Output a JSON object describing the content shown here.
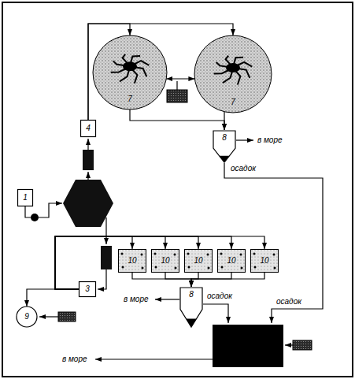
{
  "diagram": {
    "nodes": [
      {
        "text": [
          "7"
        ]
      },
      {
        "text": [
          "7"
        ]
      },
      {
        "text": [
          "4"
        ]
      },
      {
        "text": [
          "8"
        ]
      },
      {
        "text": [
          "1"
        ]
      },
      {
        "text": [
          "3"
        ]
      },
      {
        "text": [
          "9"
        ]
      },
      {
        "text": [
          "10"
        ]
      },
      {
        "text": [
          "10"
        ]
      },
      {
        "text": [
          "10"
        ]
      },
      {
        "text": [
          "10"
        ]
      },
      {
        "text": [
          "10"
        ]
      },
      {
        "text": [
          "8"
        ]
      }
    ],
    "edges": [
      {
        "from": 2,
        "to": 0,
        "arrow": "to"
      },
      {
        "from": 2,
        "to": 1,
        "arrow": "to"
      },
      {
        "from": 0,
        "to": 1,
        "arrow": "both"
      },
      {
        "from": 0,
        "to": 3,
        "arrow": "to"
      },
      {
        "from": 1,
        "to": 3,
        "arrow": "to"
      },
      {
        "from": 5,
        "to": 6,
        "arrow": "to"
      },
      {
        "from": 5,
        "to": 7,
        "arrow": "to"
      },
      {
        "from": 5,
        "to": 8,
        "arrow": "to"
      },
      {
        "from": 5,
        "to": 9,
        "arrow": "to"
      },
      {
        "from": 5,
        "to": 10,
        "arrow": "to"
      },
      {
        "from": 5,
        "to": 11,
        "arrow": "to"
      },
      {
        "from": 7,
        "to": 12,
        "arrow": "to"
      },
      {
        "from": 8,
        "to": 12,
        "arrow": "to"
      },
      {
        "from": 9,
        "to": 12,
        "arrow": "to"
      },
      {
        "from": 10,
        "to": 12,
        "arrow": "to"
      },
      {
        "from": 11,
        "to": 12,
        "arrow": "to"
      }
    ],
    "labels": [
      "в море",
      "осадок",
      "осадок",
      "осадок",
      "в море",
      "в море"
    ]
  }
}
